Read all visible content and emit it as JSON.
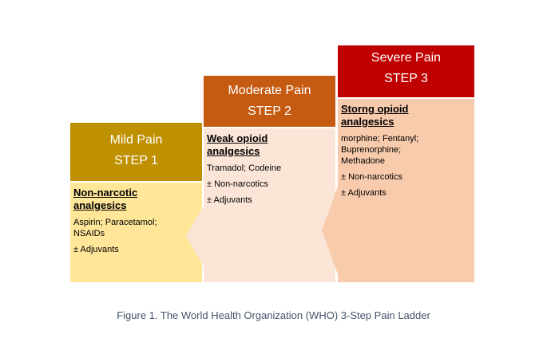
{
  "steps": [
    {
      "name": "Mild Pain",
      "step": "STEP 1",
      "title_lines": [
        "Non-narcotic",
        "analgesics"
      ],
      "lines": [
        [
          "Aspirin; Paracetamol;",
          "NSAIDs"
        ],
        [
          "± Adjuvants"
        ]
      ],
      "header_color": "#BF9000",
      "body_color": "#FFE699"
    },
    {
      "name": "Moderate Pain",
      "step": "STEP 2",
      "title_lines": [
        "Weak opioid",
        "analgesics"
      ],
      "lines": [
        [
          "Tramadol; Codeine"
        ],
        [
          "± Non-narcotics"
        ],
        [
          "± Adjuvants"
        ]
      ],
      "header_color": "#C55A11",
      "body_color": "#FBE5D6"
    },
    {
      "name": "Severe Pain",
      "step": "STEP 3",
      "title_lines": [
        "Storng opioid",
        "analgesics"
      ],
      "lines": [
        [
          "morphine; Fentanyl;",
          "Buprenorphine;",
          "Methadone"
        ],
        [
          "± Non-narcotics"
        ],
        [
          "± Adjuvants"
        ]
      ],
      "header_color": "#C00000",
      "body_color": "#F8CBAD"
    }
  ],
  "caption": "Figure 1. The World Health Organization (WHO) 3-Step Pain Ladder"
}
